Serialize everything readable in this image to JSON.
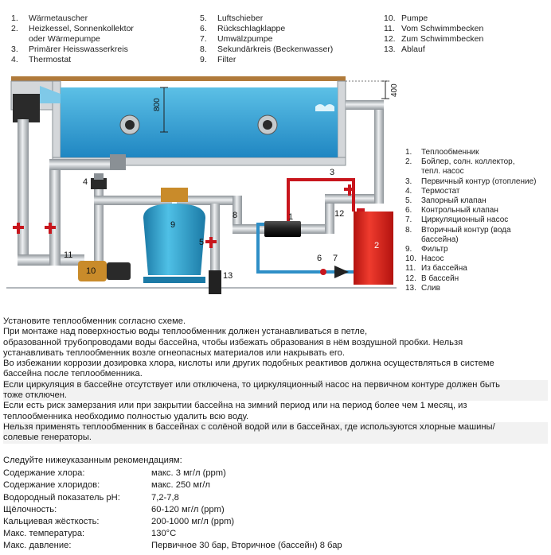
{
  "legend_de": [
    {
      "num": "1.",
      "lines": [
        "Wärmetauscher"
      ]
    },
    {
      "num": "2.",
      "lines": [
        "Heizkessel, Sonnenkollektor",
        "oder Wärmepumpe"
      ]
    },
    {
      "num": "3.",
      "lines": [
        "Primärer Heisswasserkreis"
      ]
    },
    {
      "num": "4.",
      "lines": [
        "Thermostat"
      ]
    },
    {
      "num": "5.",
      "lines": [
        "Luftschieber"
      ]
    },
    {
      "num": "6.",
      "lines": [
        "Rückschlagklappe"
      ]
    },
    {
      "num": "7.",
      "lines": [
        "Umwälzpumpe"
      ]
    },
    {
      "num": "8.",
      "lines": [
        "Sekundärkreis (Beckenwasser)"
      ]
    },
    {
      "num": "9.",
      "lines": [
        "Filter"
      ]
    },
    {
      "num": "10.",
      "lines": [
        "Pumpe"
      ]
    },
    {
      "num": "11.",
      "lines": [
        "Vom Schwimmbecken"
      ]
    },
    {
      "num": "12.",
      "lines": [
        "Zum Schwimmbecken"
      ]
    },
    {
      "num": "13.",
      "lines": [
        "Ablauf"
      ]
    }
  ],
  "legend_ru": [
    {
      "num": "1.",
      "lines": [
        "Теплообменник"
      ]
    },
    {
      "num": "2.",
      "lines": [
        "Бойлер, солн. коллектор,",
        "тепл. насос"
      ]
    },
    {
      "num": "3.",
      "lines": [
        "Первичный контур (отопление)"
      ]
    },
    {
      "num": "4.",
      "lines": [
        "Термостат"
      ]
    },
    {
      "num": "5.",
      "lines": [
        "Запорный клапан"
      ]
    },
    {
      "num": "6.",
      "lines": [
        "Контрольный клапан"
      ]
    },
    {
      "num": "7.",
      "lines": [
        "Циркуляционный насос"
      ]
    },
    {
      "num": "8.",
      "lines": [
        "Вторичный контур (вода",
        "бассейна)"
      ]
    },
    {
      "num": "9.",
      "lines": [
        "Фильтр"
      ]
    },
    {
      "num": "10.",
      "lines": [
        "Насос"
      ]
    },
    {
      "num": "11.",
      "lines": [
        "Из бассейна"
      ]
    },
    {
      "num": "12.",
      "lines": [
        "В бассейн"
      ]
    },
    {
      "num": "13.",
      "lines": [
        "Слив"
      ]
    }
  ],
  "diagram": {
    "dim_800": "800",
    "dim_400": "400",
    "labels": {
      "l1": "1",
      "l2": "2",
      "l3": "3",
      "l4": "4",
      "l5": "5",
      "l6": "6",
      "l7": "7",
      "l8": "8",
      "l9": "9",
      "l10": "10",
      "l11": "11",
      "l12": "12",
      "l13": "13"
    },
    "colors": {
      "water": "#3fa9d8",
      "water_dark": "#1d7fb5",
      "pipe": "#bfc4c8",
      "primary_circuit": "#c8161d",
      "secondary_circuit": "#2e8fc7",
      "boiler": "#e0251b",
      "filter": "#33a7cf",
      "pump": "#c98b2a",
      "valve": "#c8161d"
    }
  },
  "instructions": [
    "Установите теплообменник согласно схеме.",
    "При монтаже над поверхностью воды теплообменник должен устанавливаться в петле,",
    "образованной трубопроводами воды бассейна, чтобы избежать образования в нём воздушной пробки. Нельзя",
    "устанавливать теплообменник возле огнеопасных материалов или накрывать его.",
    "Во избежании коррозии дозировка хлора, кислоты или других подобных реактивов должна осуществляться в системе",
    "бассейна после теплообменника.",
    "Если циркуляция в бассейне отсутствует или отключена, то циркуляционный насос на первичном контуре должен быть",
    "тоже отключен.",
    "Если есть риск замерзания или при закрытии бассейна на зимний период или на период более чем 1 месяц, из",
    "теплообменника необходимо полностью удалить всю воду.",
    "Нельзя применять теплообменник в бассейнах с солёной водой или в бассейнах, где используются хлорные машины/",
    "солевые генераторы."
  ],
  "recommendations": {
    "title": "Следуйте нижеуказанным рекомендациям:",
    "rows": [
      {
        "param": "Содержание хлора:",
        "value": "макс. 3 мг/л (ppm)"
      },
      {
        "param": "Содержание хлоридов:",
        "value": "макс. 250 мг/л"
      },
      {
        "param": "Водородный показатель pH:",
        "value": "7,2-7,8"
      },
      {
        "param": "Щёлочность:",
        "value": "60-120 мг/л (ppm)"
      },
      {
        "param": "Кальциевая жёсткость:",
        "value": "200-1000 мг/л (ppm)"
      },
      {
        "param": "Макс. температура:",
        "value": "130°C"
      },
      {
        "param": "Макс. давление:",
        "value": "Первичное 30 бар,  Вторичное (бассейн) 8 бар"
      }
    ]
  }
}
